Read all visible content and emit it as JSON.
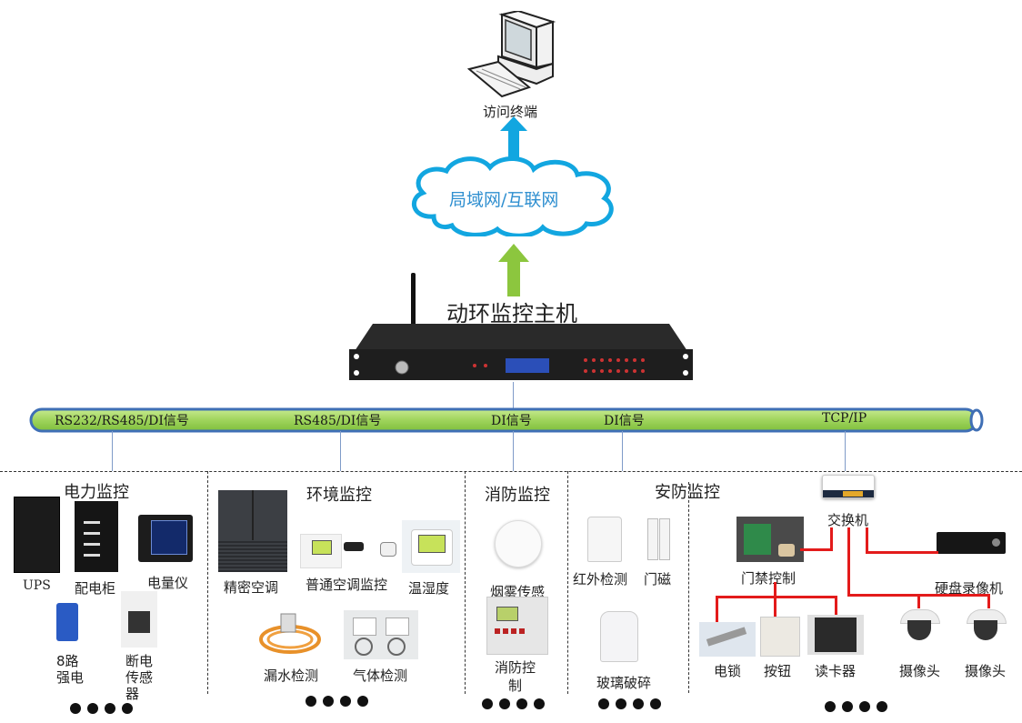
{
  "top": {
    "terminal_label": "访问终端",
    "cloud_label": "局域网/互联网",
    "host_label": "动环监控主机"
  },
  "colors": {
    "up_arrow_blue": "#12a6e0",
    "up_arrow_green": "#8cc63e",
    "bus_fill": "#9fd45c",
    "bus_border": "#3f6fb5",
    "cloud_stroke": "#12a6e0",
    "cloud_text": "#2f8fd0",
    "red_wire": "#e31b1b"
  },
  "bus": {
    "labels": [
      "RS232/RS485/DI信号",
      "RS485/DI信号",
      "DI信号",
      "DI信号",
      "TCP/IP"
    ]
  },
  "sections": {
    "power": {
      "title": "电力监控",
      "items": [
        "UPS",
        "配电柜",
        "电量仪",
        "8路\n强电",
        "断电\n传感\n器"
      ]
    },
    "environment": {
      "title": "环境监控",
      "items": [
        "精密空调",
        "普通空调监控",
        "温湿度",
        "漏水检测",
        "气体检测"
      ]
    },
    "fire": {
      "title": "消防监控",
      "items": [
        "烟雾传感",
        "消防控\n制"
      ]
    },
    "security": {
      "title": "安防监控",
      "items": [
        "红外检测",
        "门磁",
        "玻璃破碎"
      ]
    },
    "network": {
      "switch": "交换机",
      "access_control": "门禁控制",
      "nvr": "硬盘录像机",
      "lock": "电锁",
      "button": "按钮",
      "card_reader": "读卡器",
      "camera1": "摄像头",
      "camera2": "摄像头"
    }
  }
}
